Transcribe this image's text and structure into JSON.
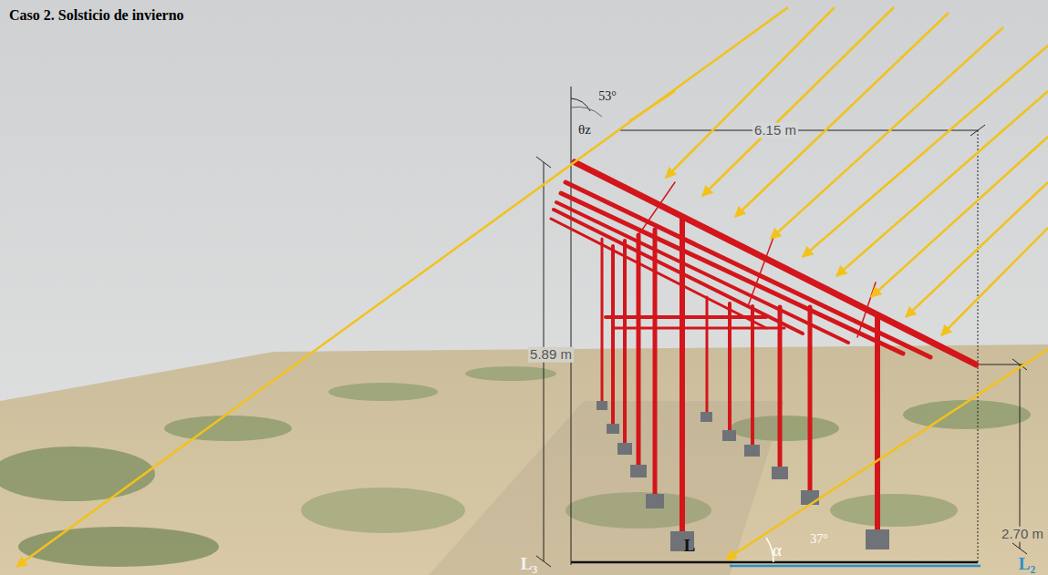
{
  "diagram": {
    "title": "Caso 2. Solsticio de invierno",
    "labels": [
      "53°",
      "θz",
      "6.15 m",
      "5.89 m",
      "2.70 m",
      "L",
      "α",
      "37°",
      "L₃",
      "L₂"
    ]
  }
}
